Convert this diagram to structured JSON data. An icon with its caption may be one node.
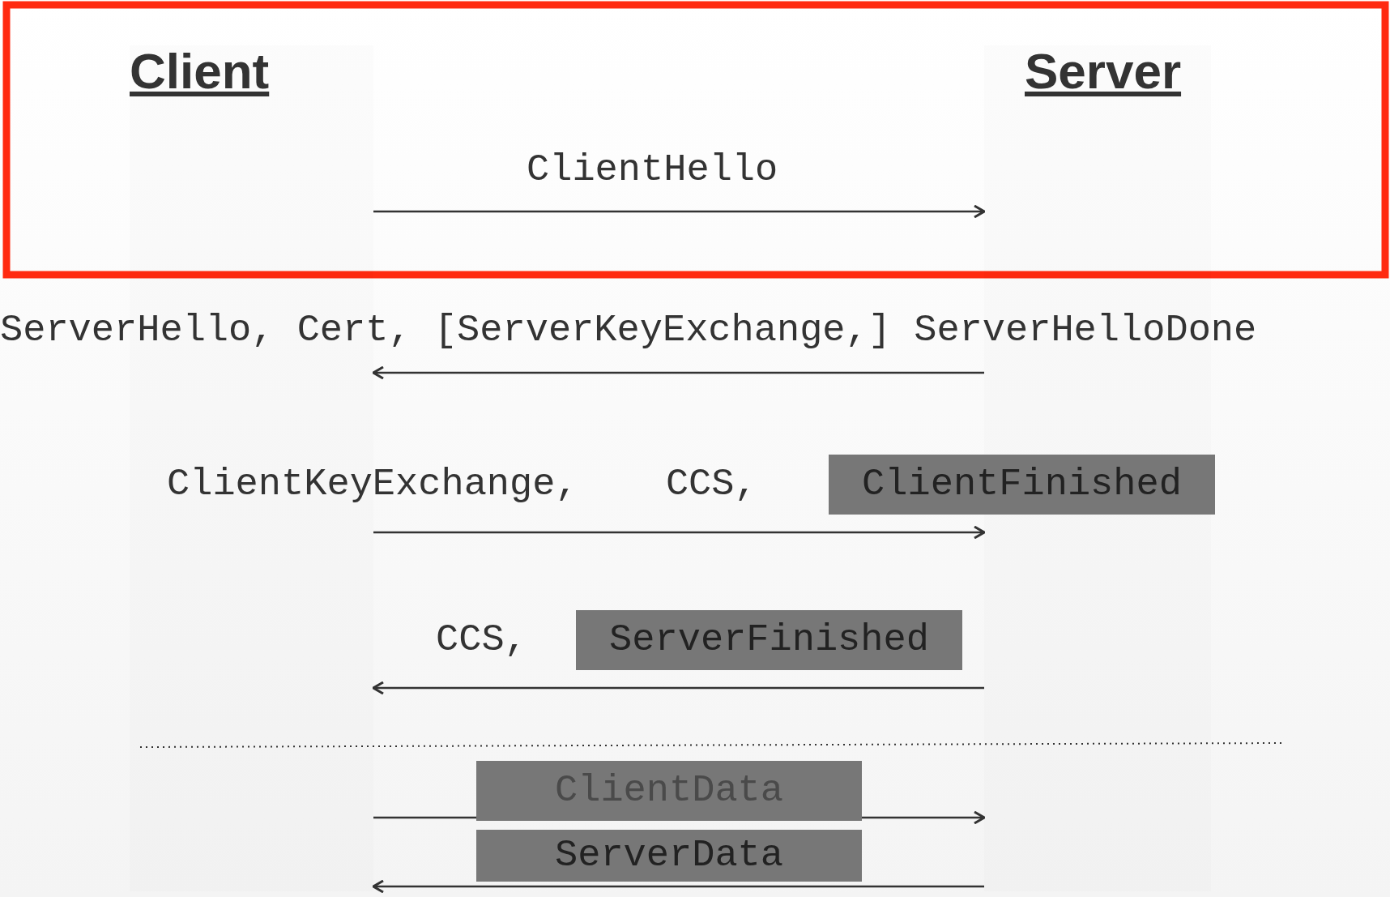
{
  "diagram": {
    "nodes": [
      {
        "text": [
          "Client"
        ]
      },
      {
        "text": [
          "Server"
        ]
      },
      {
        "text": [
          "ClientFinished"
        ]
      },
      {
        "text": [
          "ServerFinished"
        ]
      },
      {
        "text": [
          "ClientData"
        ]
      },
      {
        "text": [
          "ServerData"
        ]
      }
    ],
    "edges": [
      {
        "from": 0,
        "to": 1,
        "arrow": "to",
        "label": "ClientHello"
      },
      {
        "from": 1,
        "to": 0,
        "arrow": "to",
        "label": "ServerHello, Cert, [ServerKeyExchange,] ServerHelloDone"
      },
      {
        "from": 0,
        "to": 1,
        "arrow": "to",
        "label": "ClientKeyExchange, CCS,"
      },
      {
        "from": 1,
        "to": 0,
        "arrow": "to",
        "label": "CCS,"
      },
      {
        "from": 0,
        "to": 1,
        "arrow": "to"
      },
      {
        "from": 1,
        "to": 0,
        "arrow": "to"
      }
    ]
  }
}
